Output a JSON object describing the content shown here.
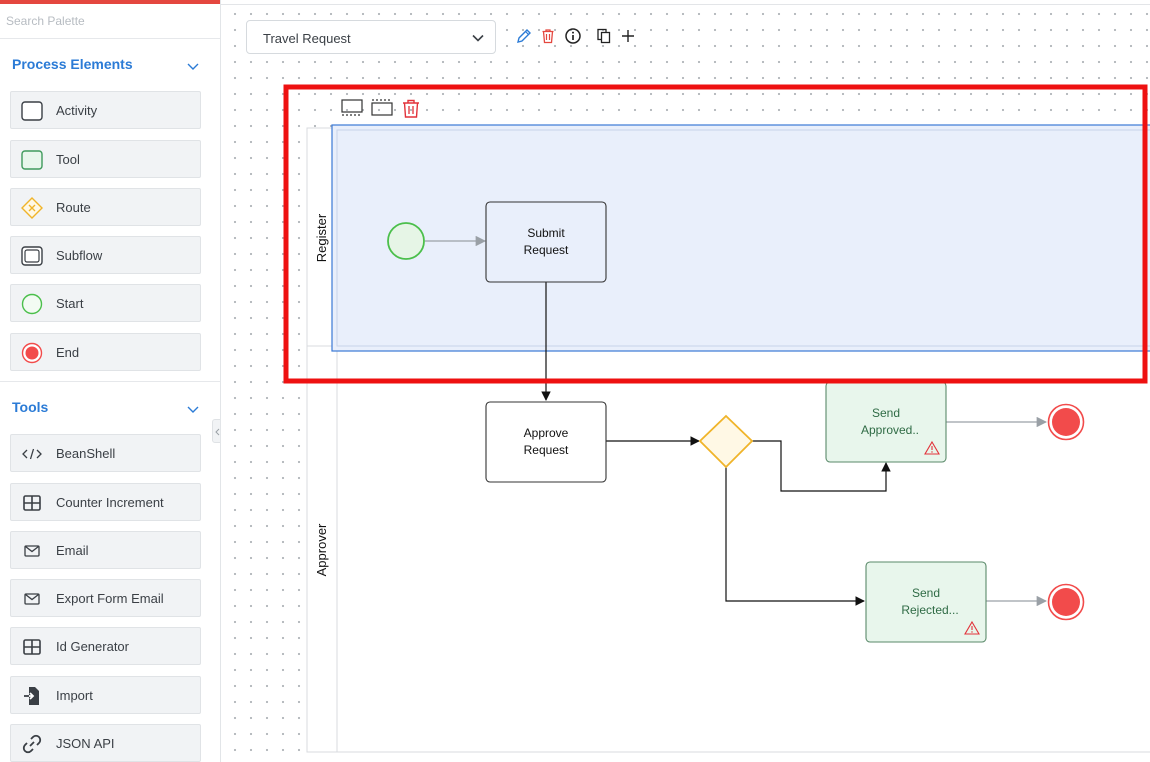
{
  "palette": {
    "search_placeholder": "Search Palette",
    "process_section": {
      "title": "Process Elements",
      "items": [
        {
          "label": "Activity",
          "icon": "activity-icon"
        },
        {
          "label": "Tool",
          "icon": "tool-icon"
        },
        {
          "label": "Route",
          "icon": "route-icon"
        },
        {
          "label": "Subflow",
          "icon": "subflow-icon"
        },
        {
          "label": "Start",
          "icon": "start-icon"
        },
        {
          "label": "End",
          "icon": "end-icon"
        }
      ]
    },
    "tools_section": {
      "title": "Tools",
      "items": [
        {
          "label": "BeanShell",
          "icon": "code-icon"
        },
        {
          "label": "Counter Increment",
          "icon": "grid-icon"
        },
        {
          "label": "Email",
          "icon": "mail-icon"
        },
        {
          "label": "Export Form Email",
          "icon": "mail-icon"
        },
        {
          "label": "Id Generator",
          "icon": "grid-icon"
        },
        {
          "label": "Import",
          "icon": "import-icon"
        },
        {
          "label": "JSON API",
          "icon": "link-icon"
        }
      ]
    }
  },
  "toolbar": {
    "process_name": "Travel Request"
  },
  "diagram": {
    "lanes": [
      {
        "label": "Register"
      },
      {
        "label": "Approver"
      }
    ],
    "nodes": {
      "submit_request": [
        "Submit",
        "Request"
      ],
      "approve_request": [
        "Approve",
        "Request"
      ],
      "send_approved": [
        "Send",
        "Approved.."
      ],
      "send_rejected": [
        "Send",
        "Rejected..."
      ]
    }
  },
  "colors": {
    "accent_blue": "#2b7bd6",
    "brand_red": "#e4473f",
    "selection_red": "#ee1111",
    "lane_selected_fill": "#e9effb",
    "tool_fill": "#e8f6ec",
    "route_stroke": "#f0b429",
    "start_stroke": "#4bbf4b",
    "end_fill": "#f24b4b"
  }
}
